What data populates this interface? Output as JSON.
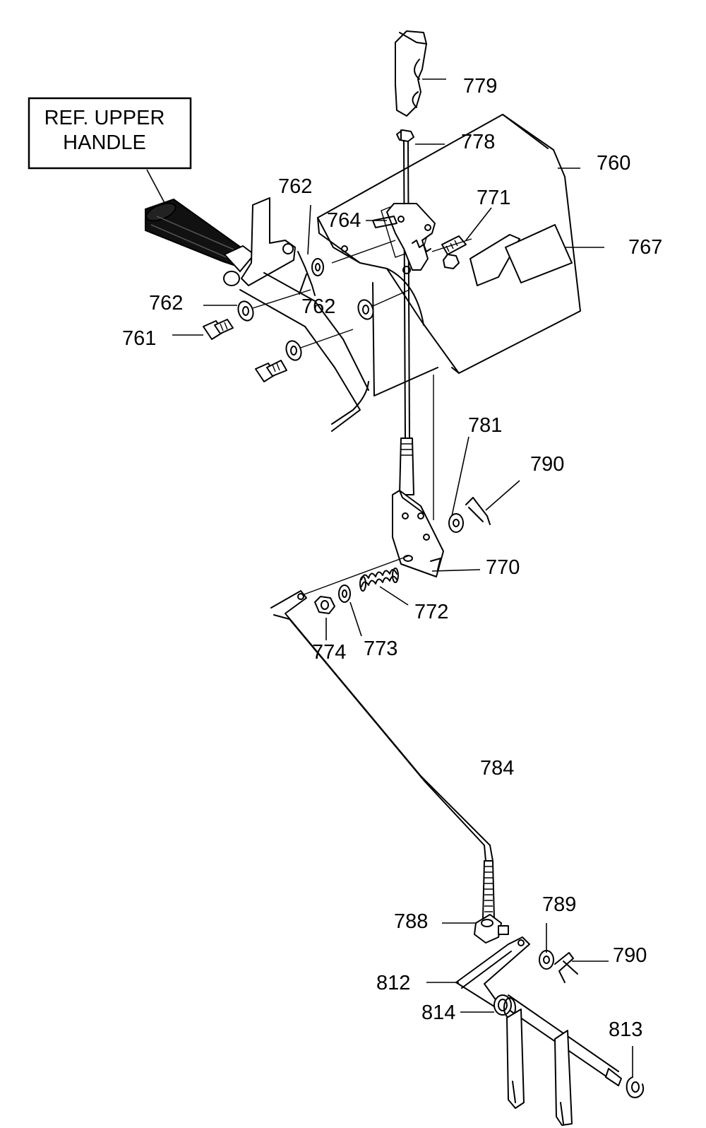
{
  "reference_box": {
    "line1": "REF. UPPER",
    "line2": "HANDLE"
  },
  "labels": {
    "p779": "779",
    "p778": "778",
    "p760": "760",
    "p762a": "762",
    "p771": "771",
    "p764": "764",
    "p767": "767",
    "p762b": "762",
    "p762c": "762",
    "p761": "761",
    "p781": "781",
    "p790a": "790",
    "p770": "770",
    "p772": "772",
    "p774": "774",
    "p773": "773",
    "p784": "784",
    "p789": "789",
    "p788": "788",
    "p790b": "790",
    "p812": "812",
    "p814": "814",
    "p813": "813"
  }
}
